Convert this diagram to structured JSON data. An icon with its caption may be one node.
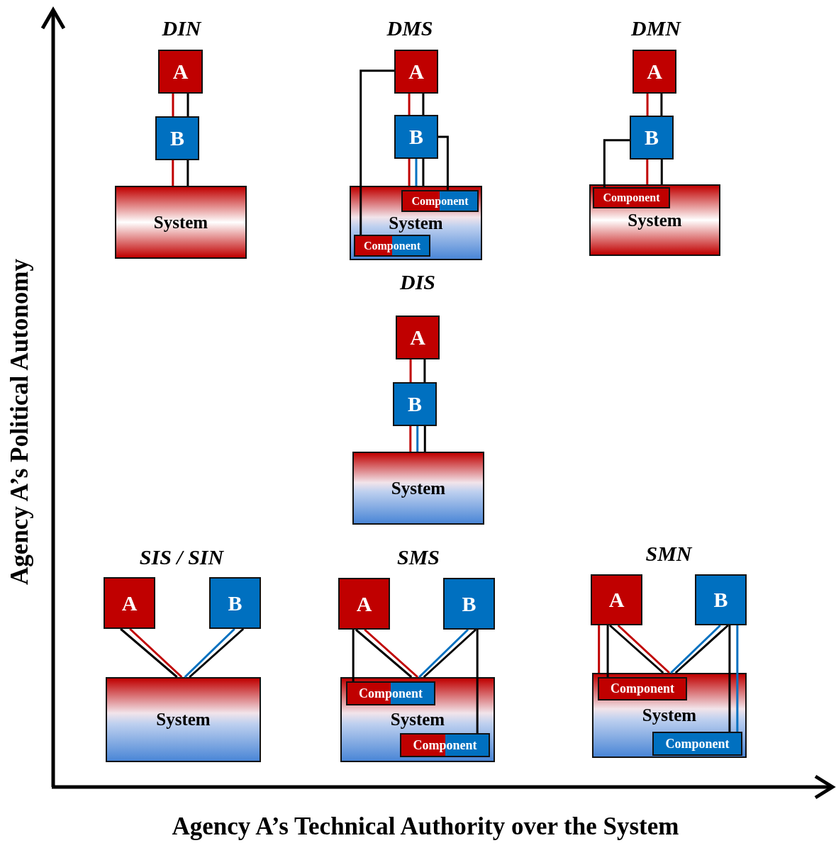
{
  "diagram": {
    "nodes": [
      {
        "text": [
          "A"
        ]
      },
      {
        "text": [
          "B"
        ]
      },
      {
        "text": [
          "System"
        ]
      },
      {
        "text": [
          "A"
        ]
      },
      {
        "text": [
          "B"
        ]
      },
      {
        "text": [
          "System"
        ]
      },
      {
        "text": [
          "Component"
        ],
        "in": 5
      },
      {
        "text": [
          "Component"
        ],
        "in": 5
      },
      {
        "text": [
          "A"
        ]
      },
      {
        "text": [
          "B"
        ]
      },
      {
        "text": [
          "System"
        ]
      },
      {
        "text": [
          "Component"
        ],
        "in": 10
      },
      {
        "text": [
          "A"
        ]
      },
      {
        "text": [
          "B"
        ]
      },
      {
        "text": [
          "System"
        ]
      },
      {
        "text": [
          "A"
        ]
      },
      {
        "text": [
          "B"
        ]
      },
      {
        "text": [
          "System"
        ]
      },
      {
        "text": [
          "A"
        ]
      },
      {
        "text": [
          "B"
        ]
      },
      {
        "text": [
          "System"
        ]
      },
      {
        "text": [
          "Component"
        ],
        "in": 20
      },
      {
        "text": [
          "Component"
        ],
        "in": 20
      },
      {
        "text": [
          "A"
        ]
      },
      {
        "text": [
          "B"
        ]
      },
      {
        "text": [
          "System"
        ]
      },
      {
        "text": [
          "Component"
        ],
        "in": 25
      },
      {
        "text": [
          "Component"
        ],
        "in": 25
      }
    ],
    "edges": [
      {
        "from": 0,
        "to": 1,
        "arrow": "none",
        "color": "#c00000"
      },
      {
        "from": 0,
        "to": 1,
        "arrow": "none"
      },
      {
        "from": 1,
        "to": 2,
        "arrow": "none",
        "color": "#c00000"
      },
      {
        "from": 1,
        "to": 2,
        "arrow": "none"
      },
      {
        "from": 3,
        "to": 4,
        "arrow": "none",
        "color": "#c00000"
      },
      {
        "from": 3,
        "to": 4,
        "arrow": "none"
      },
      {
        "from": 3,
        "to": 7,
        "arrow": "none"
      },
      {
        "from": 4,
        "to": 5,
        "arrow": "none",
        "color": "#c00000"
      },
      {
        "from": 4,
        "to": 5,
        "arrow": "none",
        "color": "#0070c0"
      },
      {
        "from": 4,
        "to": 5,
        "arrow": "none"
      },
      {
        "from": 4,
        "to": 6,
        "arrow": "none"
      },
      {
        "from": 8,
        "to": 9,
        "arrow": "none",
        "color": "#c00000"
      },
      {
        "from": 8,
        "to": 9,
        "arrow": "none"
      },
      {
        "from": 9,
        "to": 11,
        "arrow": "none"
      },
      {
        "from": 9,
        "to": 10,
        "arrow": "none",
        "color": "#c00000"
      },
      {
        "from": 9,
        "to": 10,
        "arrow": "none"
      },
      {
        "from": 12,
        "to": 13,
        "arrow": "none",
        "color": "#c00000"
      },
      {
        "from": 12,
        "to": 13,
        "arrow": "none"
      },
      {
        "from": 13,
        "to": 14,
        "arrow": "none",
        "color": "#c00000"
      },
      {
        "from": 13,
        "to": 14,
        "arrow": "none",
        "color": "#0070c0"
      },
      {
        "from": 13,
        "to": 14,
        "arrow": "none"
      },
      {
        "from": 15,
        "to": 17,
        "arrow": "none"
      },
      {
        "from": 15,
        "to": 17,
        "arrow": "none",
        "color": "#c00000"
      },
      {
        "from": 16,
        "to": 17,
        "arrow": "none",
        "color": "#0070c0"
      },
      {
        "from": 16,
        "to": 17,
        "arrow": "none"
      },
      {
        "from": 18,
        "to": 21,
        "arrow": "none"
      },
      {
        "from": 18,
        "to": 20,
        "arrow": "none"
      },
      {
        "from": 18,
        "to": 20,
        "arrow": "none",
        "color": "#c00000"
      },
      {
        "from": 19,
        "to": 20,
        "arrow": "none",
        "color": "#0070c0"
      },
      {
        "from": 19,
        "to": 20,
        "arrow": "none"
      },
      {
        "from": 19,
        "to": 22,
        "arrow": "none"
      },
      {
        "from": 23,
        "to": 25,
        "arrow": "none",
        "color": "#c00000"
      },
      {
        "from": 23,
        "to": 26,
        "arrow": "none"
      },
      {
        "from": 23,
        "to": 25,
        "arrow": "none"
      },
      {
        "from": 23,
        "to": 25,
        "arrow": "none",
        "color": "#c00000"
      },
      {
        "from": 24,
        "to": 25,
        "arrow": "none",
        "color": "#0070c0"
      },
      {
        "from": 24,
        "to": 25,
        "arrow": "none"
      },
      {
        "from": 24,
        "to": 27,
        "arrow": "none"
      },
      {
        "from": 24,
        "to": 27,
        "arrow": "none",
        "color": "#0070c0"
      }
    ],
    "labels": [
      "DIN",
      "DMS",
      "DMN",
      "DIS",
      "SIS / SIN",
      "SMS",
      "SMN",
      "Agency A’s Political Autonomy",
      "Agency A’s Technical Authority over the System"
    ]
  }
}
